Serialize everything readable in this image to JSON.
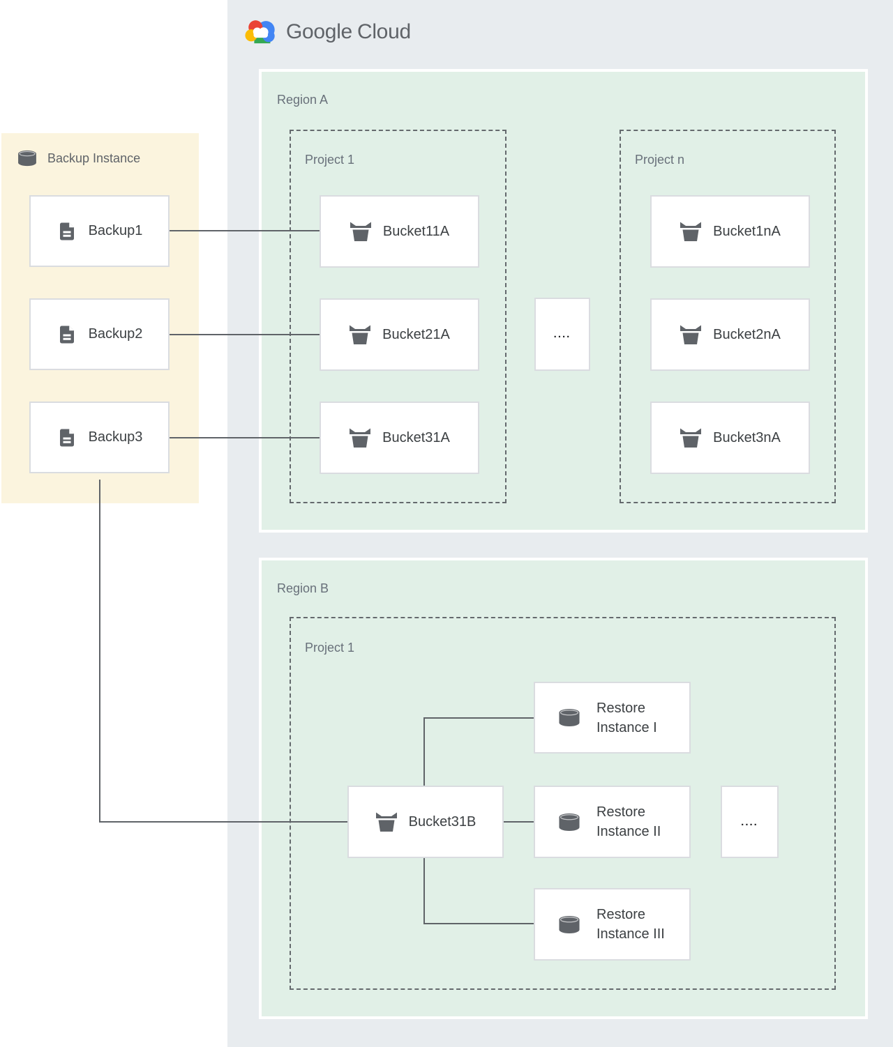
{
  "brand": {
    "google": "Google",
    "cloud": "Cloud"
  },
  "colors": {
    "panel_gray": "#E8ECEF",
    "panel_yellow": "#FBF4DE",
    "region_green": "#E1F0E7",
    "node_border": "#DADCE0",
    "dashed_border": "#64696D",
    "connector": "#5F6368",
    "icon_gray": "#5F6368",
    "text_dark": "#3C4043",
    "label_gray": "#68707A",
    "logo_red": "#EA4335",
    "logo_blue": "#4285F4",
    "logo_green": "#34A853",
    "logo_yellow": "#FBBC05"
  },
  "backup_panel": {
    "title": "Backup Instance",
    "items": [
      "Backup1",
      "Backup2",
      "Backup3"
    ]
  },
  "region_a": {
    "label": "Region A",
    "ellipsis": "....",
    "project_1": {
      "label": "Project 1",
      "buckets": [
        "Bucket11A",
        "Bucket21A",
        "Bucket31A"
      ]
    },
    "project_n": {
      "label": "Project n",
      "buckets": [
        "Bucket1nA",
        "Bucket2nA",
        "Bucket3nA"
      ]
    }
  },
  "region_b": {
    "label": "Region B",
    "ellipsis": "....",
    "project_1": {
      "label": "Project 1",
      "bucket": "Bucket31B",
      "restore_instances": [
        "Restore Instance I",
        "Restore Instance II",
        "Restore Instance III"
      ]
    }
  }
}
